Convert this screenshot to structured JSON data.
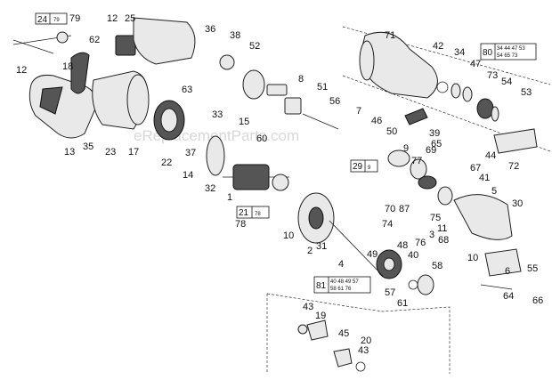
{
  "diagram": {
    "watermark": "eReplacementParts.com",
    "part_labels": [
      "1",
      "2",
      "3",
      "4",
      "5",
      "6",
      "7",
      "8",
      "9",
      "10",
      "10",
      "11",
      "12",
      "12",
      "13",
      "14",
      "15",
      "17",
      "18",
      "19",
      "20",
      "22",
      "23",
      "25",
      "30",
      "31",
      "32",
      "33",
      "34",
      "35",
      "36",
      "37",
      "38",
      "39",
      "40",
      "41",
      "42",
      "43",
      "43",
      "44",
      "45",
      "46",
      "47",
      "48",
      "49",
      "50",
      "51",
      "52",
      "53",
      "54",
      "55",
      "56",
      "57",
      "58",
      "60",
      "61",
      "62",
      "63",
      "64",
      "65",
      "66",
      "67",
      "68",
      "69",
      "70",
      "71",
      "72",
      "73",
      "74",
      "75",
      "76",
      "77",
      "78",
      "79",
      "87"
    ],
    "kits": [
      {
        "id": "24",
        "sub": "79"
      },
      {
        "id": "21",
        "sub": "78"
      },
      {
        "id": "29",
        "sub": "9"
      },
      {
        "id": "80",
        "sub_top": "34 44 47 53",
        "sub_bottom": "54 65 73"
      },
      {
        "id": "81",
        "sub_top": "40 48 49 57",
        "sub_bottom": "58 61 76"
      }
    ]
  }
}
